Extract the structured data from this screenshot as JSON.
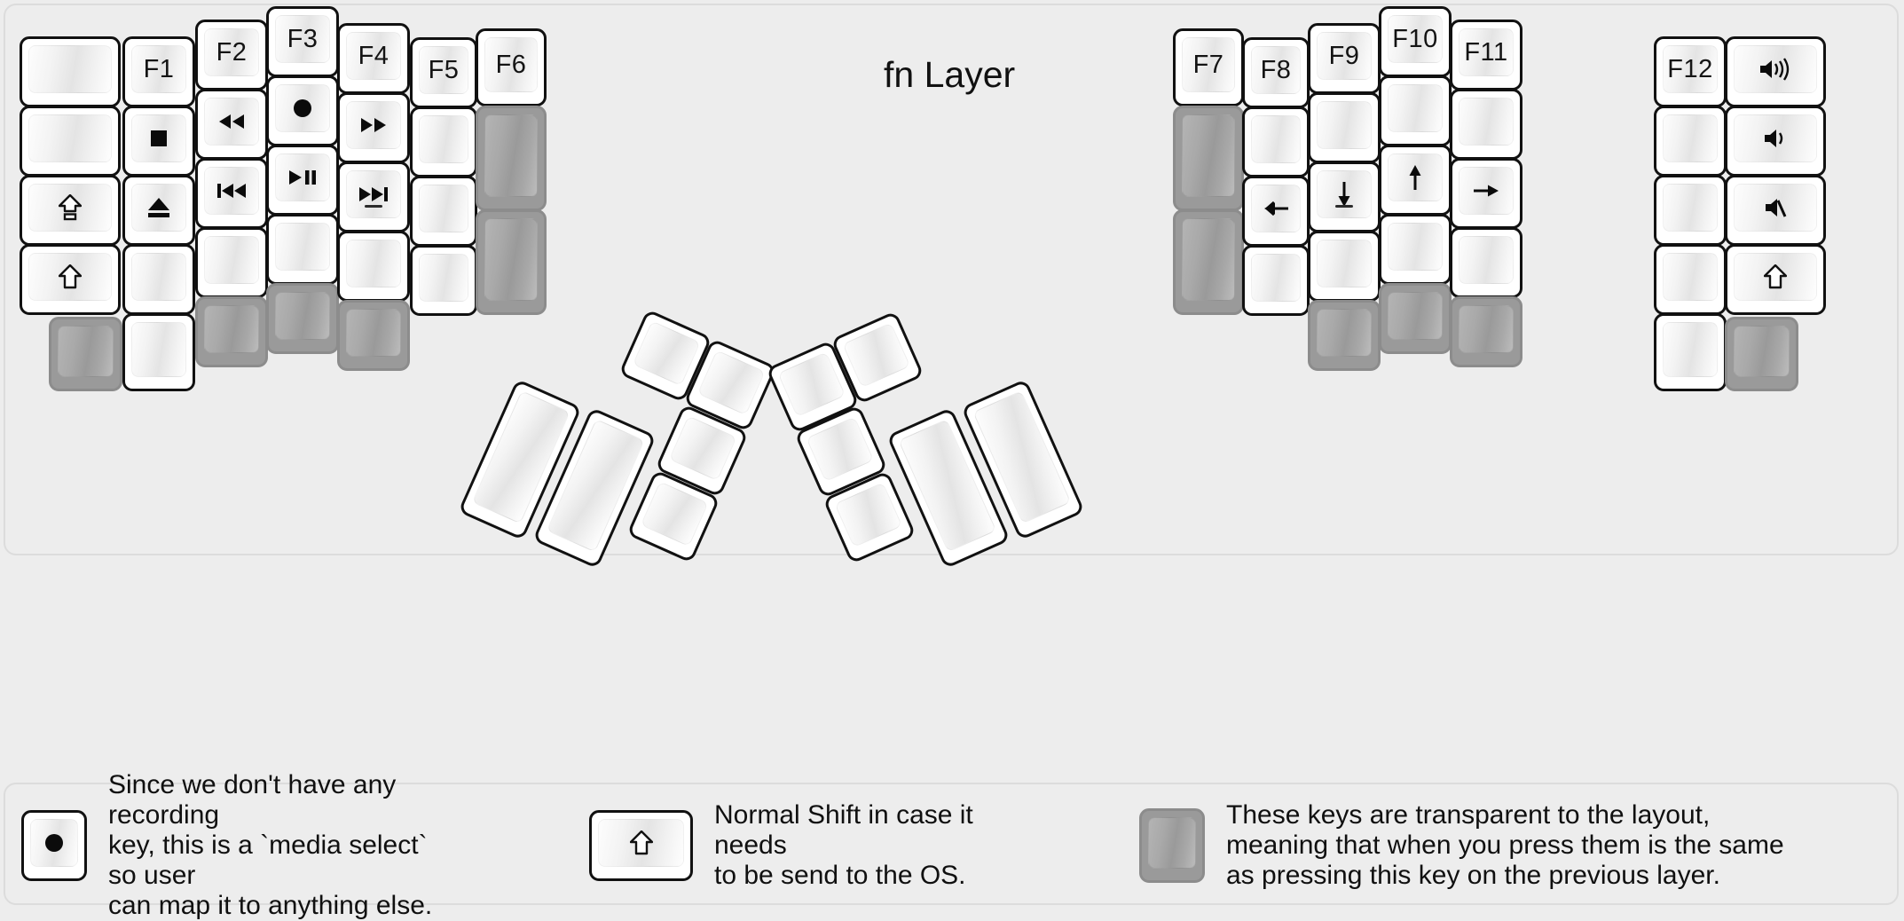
{
  "title": "fn Layer",
  "colors": {
    "background": "#ededed",
    "key_fill": "#ffffff",
    "key_border": "#111111",
    "transparent_fill": "#9a9a9a",
    "transparent_border": "#8c8c8c",
    "label": "#141414"
  },
  "left_half": {
    "columns": [
      {
        "name": "pinky-outer",
        "keys": [
          {
            "label": "",
            "icon": "",
            "type": "normal"
          },
          {
            "label": "",
            "icon": "",
            "type": "normal"
          },
          {
            "label": "",
            "icon": "caps-lock-arrow-icon",
            "type": "normal"
          },
          {
            "label": "",
            "icon": "shift-arrow-icon",
            "type": "normal"
          },
          {
            "label": "",
            "icon": "",
            "type": "transparent"
          }
        ]
      },
      {
        "name": "pinky",
        "keys": [
          {
            "label": "F1",
            "icon": "",
            "type": "normal"
          },
          {
            "label": "",
            "icon": "media-stop-icon",
            "type": "normal"
          },
          {
            "label": "",
            "icon": "media-eject-icon",
            "type": "normal"
          },
          {
            "label": "",
            "icon": "",
            "type": "normal"
          },
          {
            "label": "",
            "icon": "",
            "type": "normal"
          }
        ]
      },
      {
        "name": "ring",
        "keys": [
          {
            "label": "F2",
            "icon": "",
            "type": "normal"
          },
          {
            "label": "",
            "icon": "media-rewind-icon",
            "type": "normal"
          },
          {
            "label": "",
            "icon": "media-previous-icon",
            "type": "normal"
          },
          {
            "label": "",
            "icon": "",
            "type": "normal"
          },
          {
            "label": "",
            "icon": "",
            "type": "transparent"
          }
        ]
      },
      {
        "name": "middle",
        "keys": [
          {
            "label": "F3",
            "icon": "",
            "type": "normal"
          },
          {
            "label": "",
            "icon": "media-record-icon",
            "type": "normal"
          },
          {
            "label": "",
            "icon": "media-play-pause-icon",
            "type": "normal"
          },
          {
            "label": "",
            "icon": "",
            "type": "normal"
          },
          {
            "label": "",
            "icon": "",
            "type": "transparent"
          }
        ]
      },
      {
        "name": "index",
        "keys": [
          {
            "label": "F4",
            "icon": "",
            "type": "normal"
          },
          {
            "label": "",
            "icon": "media-fast-forward-icon",
            "type": "normal"
          },
          {
            "label": "",
            "icon": "media-next-icon",
            "type": "normal",
            "homing": true
          },
          {
            "label": "",
            "icon": "",
            "type": "normal"
          },
          {
            "label": "",
            "icon": "",
            "type": "transparent"
          }
        ]
      },
      {
        "name": "index-inner",
        "keys": [
          {
            "label": "F5",
            "icon": "",
            "type": "normal"
          },
          {
            "label": "",
            "icon": "",
            "type": "normal"
          },
          {
            "label": "",
            "icon": "",
            "type": "normal"
          },
          {
            "label": "",
            "icon": "",
            "type": "normal"
          }
        ]
      },
      {
        "name": "inner-extra",
        "keys": [
          {
            "label": "F6",
            "icon": "",
            "type": "normal"
          },
          {
            "label": "",
            "icon": "",
            "type": "transparent"
          },
          {
            "label": "",
            "icon": "",
            "type": "transparent"
          }
        ]
      }
    ],
    "thumb_cluster": [
      {
        "label": "",
        "icon": "",
        "type": "normal"
      },
      {
        "label": "",
        "icon": "",
        "type": "normal"
      },
      {
        "label": "",
        "icon": "",
        "type": "normal"
      },
      {
        "label": "",
        "icon": "",
        "type": "normal"
      },
      {
        "label": "",
        "icon": "",
        "type": "normal"
      }
    ]
  },
  "right_half": {
    "columns": [
      {
        "name": "inner-extra",
        "keys": [
          {
            "label": "F7",
            "icon": "",
            "type": "normal"
          },
          {
            "label": "",
            "icon": "",
            "type": "transparent"
          },
          {
            "label": "",
            "icon": "",
            "type": "transparent"
          }
        ]
      },
      {
        "name": "index-inner",
        "keys": [
          {
            "label": "F8",
            "icon": "",
            "type": "normal"
          },
          {
            "label": "",
            "icon": "",
            "type": "normal"
          },
          {
            "label": "",
            "icon": "arrow-left-icon",
            "type": "normal"
          },
          {
            "label": "",
            "icon": "",
            "type": "normal"
          }
        ]
      },
      {
        "name": "index",
        "keys": [
          {
            "label": "F9",
            "icon": "",
            "type": "normal"
          },
          {
            "label": "",
            "icon": "",
            "type": "normal"
          },
          {
            "label": "",
            "icon": "arrow-down-icon",
            "type": "normal",
            "homing": true
          },
          {
            "label": "",
            "icon": "",
            "type": "normal"
          },
          {
            "label": "",
            "icon": "",
            "type": "transparent"
          }
        ]
      },
      {
        "name": "middle",
        "keys": [
          {
            "label": "F10",
            "icon": "",
            "type": "normal"
          },
          {
            "label": "",
            "icon": "",
            "type": "normal"
          },
          {
            "label": "",
            "icon": "arrow-up-icon",
            "type": "normal"
          },
          {
            "label": "",
            "icon": "",
            "type": "normal"
          },
          {
            "label": "",
            "icon": "",
            "type": "transparent"
          }
        ]
      },
      {
        "name": "ring",
        "keys": [
          {
            "label": "F11",
            "icon": "",
            "type": "normal"
          },
          {
            "label": "",
            "icon": "",
            "type": "normal"
          },
          {
            "label": "",
            "icon": "arrow-right-icon",
            "type": "normal"
          },
          {
            "label": "",
            "icon": "",
            "type": "normal"
          },
          {
            "label": "",
            "icon": "",
            "type": "transparent"
          }
        ]
      },
      {
        "name": "pinky",
        "keys": [
          {
            "label": "F12",
            "icon": "",
            "type": "normal"
          },
          {
            "label": "",
            "icon": "",
            "type": "normal"
          },
          {
            "label": "",
            "icon": "",
            "type": "normal"
          },
          {
            "label": "",
            "icon": "",
            "type": "normal"
          },
          {
            "label": "",
            "icon": "",
            "type": "normal"
          }
        ]
      },
      {
        "name": "pinky-outer",
        "keys": [
          {
            "label": "",
            "icon": "volume-up-icon",
            "type": "normal"
          },
          {
            "label": "",
            "icon": "volume-down-icon",
            "type": "normal"
          },
          {
            "label": "",
            "icon": "volume-mute-icon",
            "type": "normal"
          },
          {
            "label": "",
            "icon": "shift-arrow-icon",
            "type": "normal"
          },
          {
            "label": "",
            "icon": "",
            "type": "transparent"
          }
        ]
      }
    ],
    "thumb_cluster": [
      {
        "label": "",
        "icon": "",
        "type": "normal"
      },
      {
        "label": "",
        "icon": "",
        "type": "normal"
      },
      {
        "label": "",
        "icon": "",
        "type": "normal"
      },
      {
        "label": "",
        "icon": "",
        "type": "normal"
      },
      {
        "label": "",
        "icon": "",
        "type": "normal"
      }
    ]
  },
  "legend": [
    {
      "icon": "media-record-icon",
      "key_type": "normal",
      "text": "Since we don't have any recording\nkey, this is a `media select` so user\ncan map it to anything else."
    },
    {
      "icon": "shift-arrow-icon",
      "key_type": "normal",
      "text": "Normal Shift in case it needs\nto be send to the OS."
    },
    {
      "icon": "",
      "key_type": "transparent",
      "text": "These keys are transparent to the layout,\nmeaning that when you press them is the same\nas pressing this key on the previous layer."
    }
  ]
}
